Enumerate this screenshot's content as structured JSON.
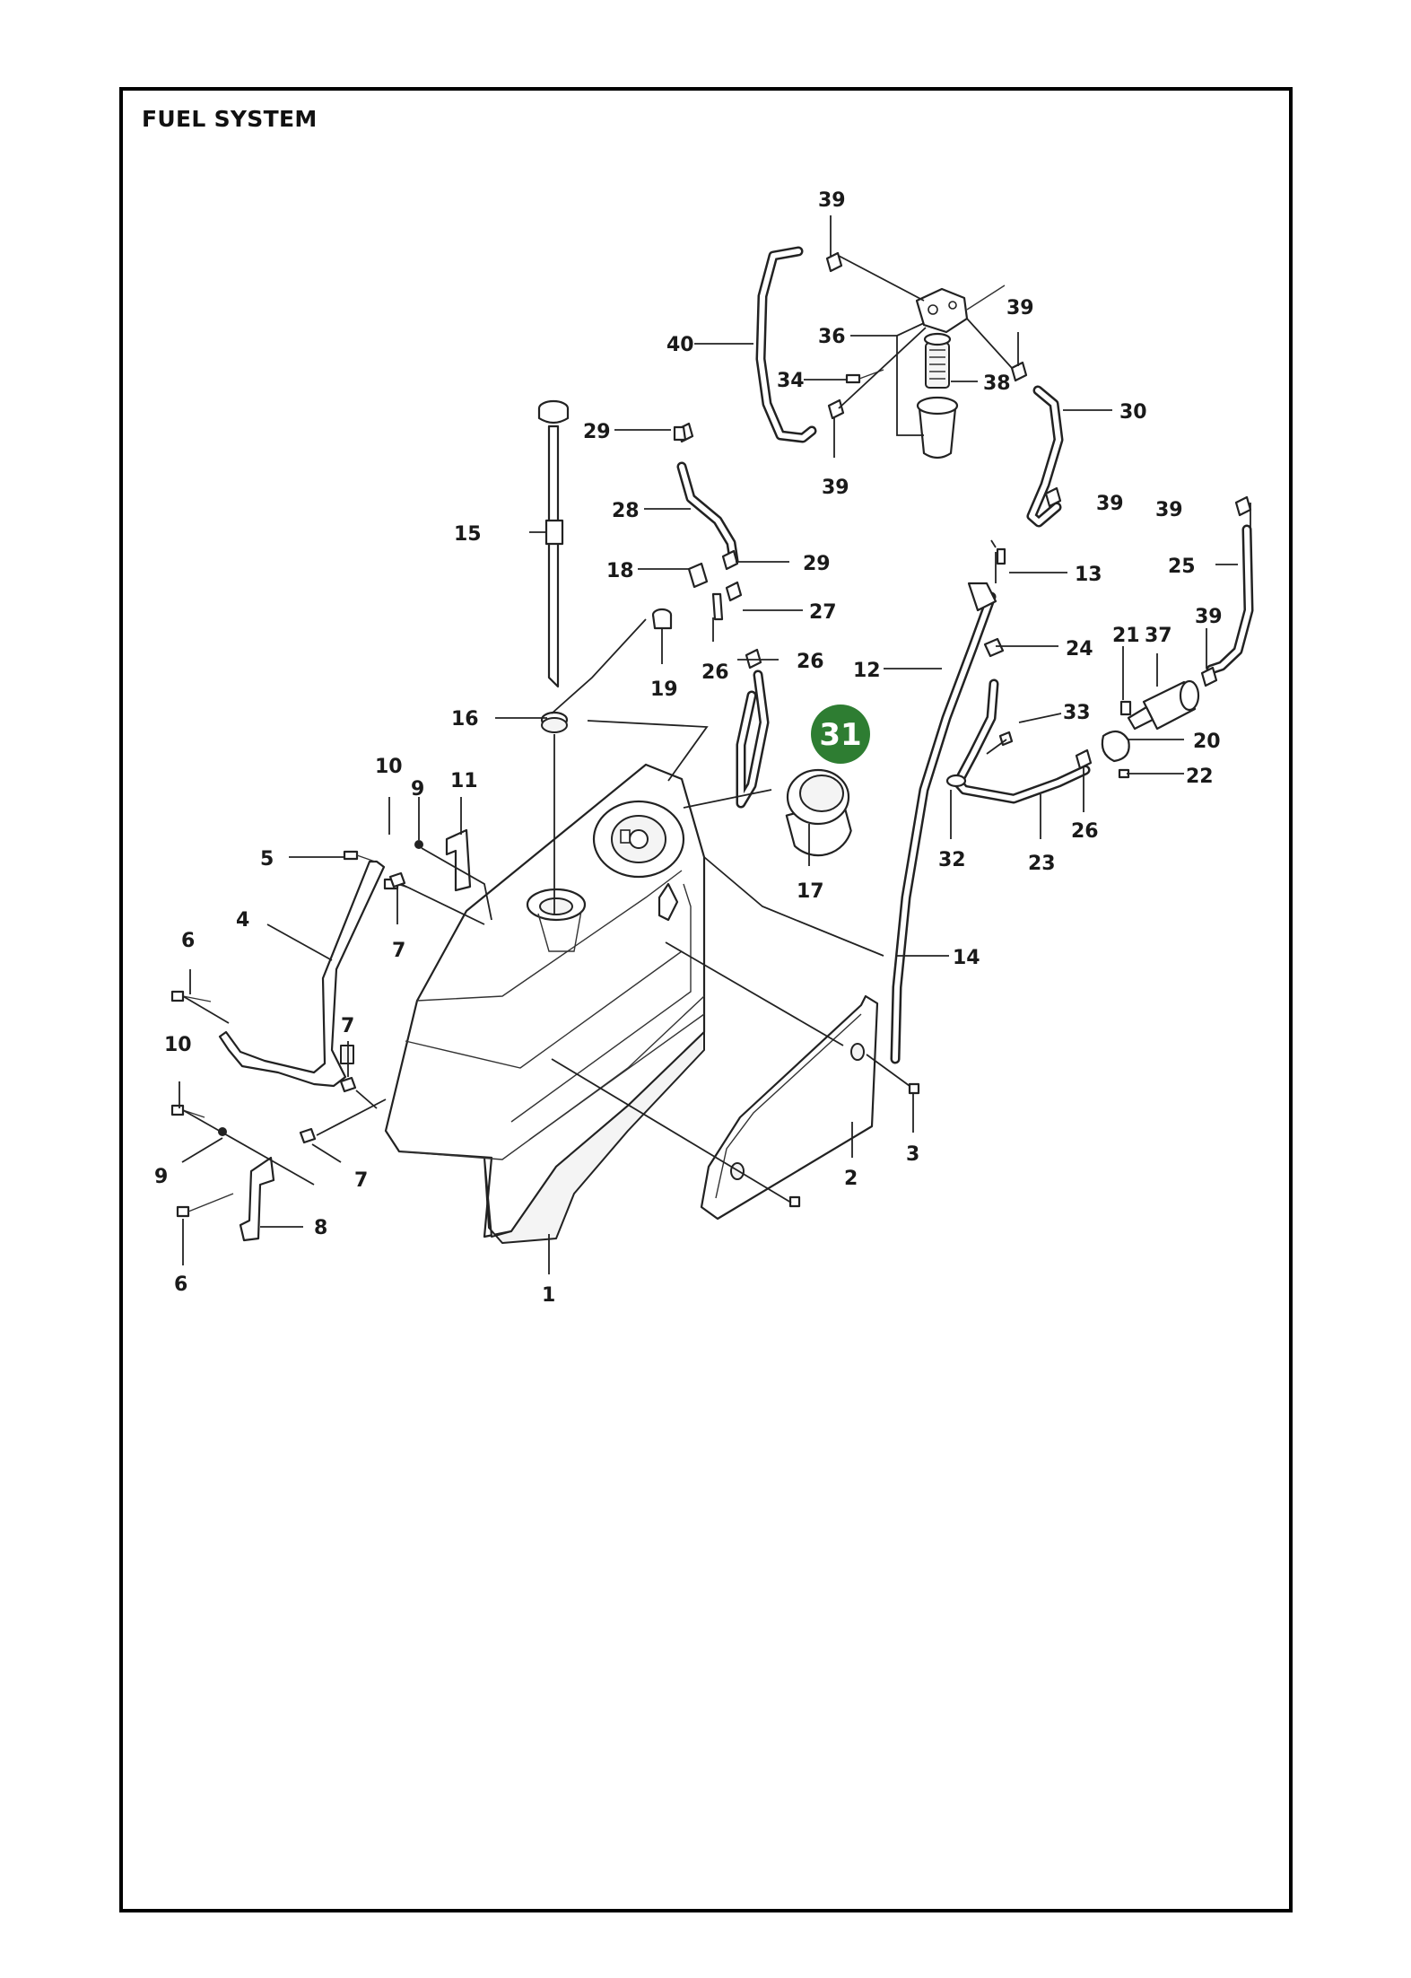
{
  "title": "FUEL SYSTEM",
  "highlight": {
    "label": "31",
    "color": "#2e7d32"
  },
  "labels": {
    "l39a": "39",
    "l39b": "39",
    "l39c": "39",
    "l39d": "39",
    "l39e": "39",
    "l39f": "39",
    "l40": "40",
    "l36": "36",
    "l34": "34",
    "l38": "38",
    "l30": "30",
    "l29a": "29",
    "l29b": "29",
    "l28": "28",
    "l15": "15",
    "l18": "18",
    "l27": "27",
    "l26a": "26",
    "l26b": "26",
    "l26c": "26",
    "l19": "19",
    "l13": "13",
    "l25": "25",
    "l12": "12",
    "l24": "24",
    "l21": "21",
    "l37": "37",
    "l16": "16",
    "l33": "33",
    "l20": "20",
    "l22": "22",
    "l10a": "10",
    "l10b": "10",
    "l9a": "9",
    "l9b": "9",
    "l11": "11",
    "l5": "5",
    "l4": "4",
    "l7a": "7",
    "l7b": "7",
    "l7c": "7",
    "l6a": "6",
    "l6b": "6",
    "l32": "32",
    "l23": "23",
    "l17": "17",
    "l14": "14",
    "l3": "3",
    "l2": "2",
    "l8": "8",
    "l1": "1"
  }
}
